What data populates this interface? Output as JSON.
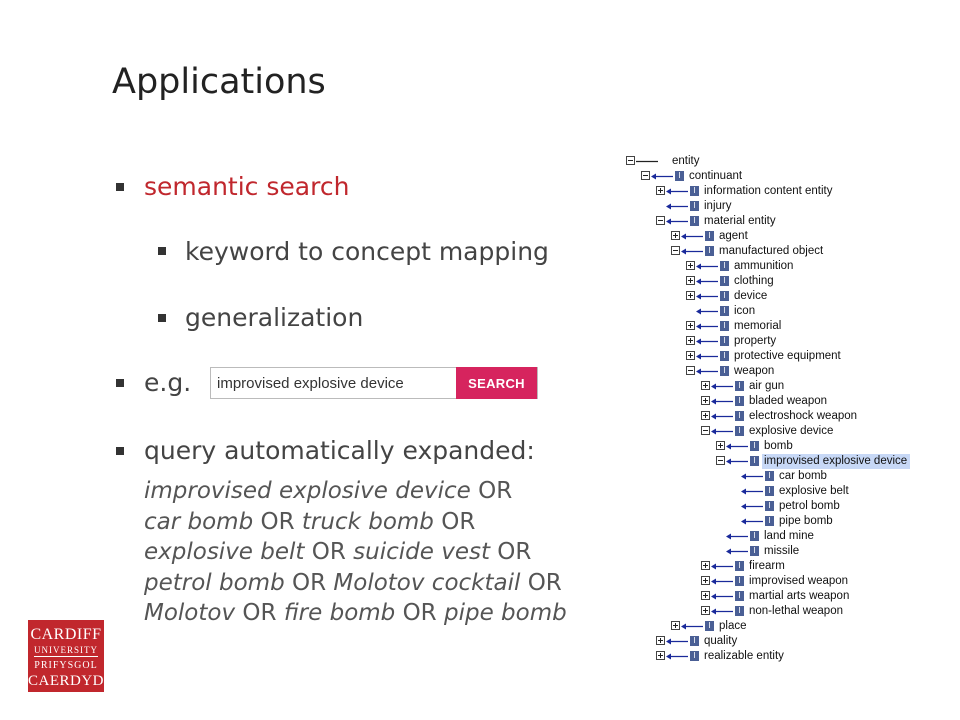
{
  "slide": {
    "title": "Applications"
  },
  "bullets": {
    "b1": "semantic search",
    "b1a": "keyword to concept mapping",
    "b1b": "generalization",
    "b2": "e.g.",
    "b3": "query automatically expanded:"
  },
  "search": {
    "value": "improvised explosive device",
    "button": "SEARCH"
  },
  "expanded": {
    "or": "OR",
    "t1": "improvised explosive device",
    "t2": "car bomb",
    "t3": "truck bomb",
    "t4": "explosive belt",
    "t5": "suicide vest",
    "t6": "petrol bomb",
    "t7": "Molotov cocktail",
    "t8": "Molotov",
    "t9": "fire bomb",
    "t10": "pipe bomb"
  },
  "tree": [
    {
      "label": "entity",
      "depth": 0,
      "toggle": "minus",
      "root": true
    },
    {
      "label": "continuant",
      "depth": 1,
      "toggle": "minus"
    },
    {
      "label": "information content entity",
      "depth": 2,
      "toggle": "plus"
    },
    {
      "label": "injury",
      "depth": 2,
      "toggle": "none"
    },
    {
      "label": "material entity",
      "depth": 2,
      "toggle": "minus"
    },
    {
      "label": "agent",
      "depth": 3,
      "toggle": "plus"
    },
    {
      "label": "manufactured object",
      "depth": 3,
      "toggle": "minus"
    },
    {
      "label": "ammunition",
      "depth": 4,
      "toggle": "plus"
    },
    {
      "label": "clothing",
      "depth": 4,
      "toggle": "plus"
    },
    {
      "label": "device",
      "depth": 4,
      "toggle": "plus"
    },
    {
      "label": "icon",
      "depth": 4,
      "toggle": "none"
    },
    {
      "label": "memorial",
      "depth": 4,
      "toggle": "plus"
    },
    {
      "label": "property",
      "depth": 4,
      "toggle": "plus"
    },
    {
      "label": "protective equipment",
      "depth": 4,
      "toggle": "plus"
    },
    {
      "label": "weapon",
      "depth": 4,
      "toggle": "minus"
    },
    {
      "label": "air gun",
      "depth": 5,
      "toggle": "plus"
    },
    {
      "label": "bladed weapon",
      "depth": 5,
      "toggle": "plus"
    },
    {
      "label": "electroshock weapon",
      "depth": 5,
      "toggle": "plus"
    },
    {
      "label": "explosive device",
      "depth": 5,
      "toggle": "minus"
    },
    {
      "label": "bomb",
      "depth": 6,
      "toggle": "plus"
    },
    {
      "label": "improvised explosive device",
      "depth": 6,
      "toggle": "minus",
      "selected": true
    },
    {
      "label": "car bomb",
      "depth": 7,
      "toggle": "none"
    },
    {
      "label": "explosive belt",
      "depth": 7,
      "toggle": "none"
    },
    {
      "label": "petrol bomb",
      "depth": 7,
      "toggle": "none"
    },
    {
      "label": "pipe bomb",
      "depth": 7,
      "toggle": "none"
    },
    {
      "label": "land mine",
      "depth": 6,
      "toggle": "none"
    },
    {
      "label": "missile",
      "depth": 6,
      "toggle": "none"
    },
    {
      "label": "firearm",
      "depth": 5,
      "toggle": "plus"
    },
    {
      "label": "improvised weapon",
      "depth": 5,
      "toggle": "plus"
    },
    {
      "label": "martial arts weapon",
      "depth": 5,
      "toggle": "plus"
    },
    {
      "label": "non-lethal weapon",
      "depth": 5,
      "toggle": "plus"
    },
    {
      "label": "place",
      "depth": 3,
      "toggle": "plus"
    },
    {
      "label": "quality",
      "depth": 2,
      "toggle": "plus"
    },
    {
      "label": "realizable entity",
      "depth": 2,
      "toggle": "plus"
    }
  ],
  "logo": {
    "line1": "CARDIFF",
    "line2": "UNIVERSITY",
    "line3": "PRIFYSGOL",
    "line4": "CAERDYDD"
  },
  "colors": {
    "accent_red": "#c0272d",
    "search_button": "#d6245e",
    "tree_icon": "#4a5f95",
    "selected_row": "#c7d8f6",
    "arrow": "#1a2a9a"
  }
}
